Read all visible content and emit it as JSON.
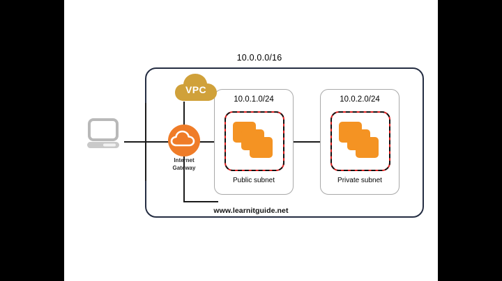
{
  "diagram": {
    "title_cidr": "10.0.0.0/16",
    "watermark": "www.learnitguide.net",
    "vpc": {
      "label": "VPC",
      "color": "#d0a13a"
    },
    "gateway": {
      "label_line1": "Internet",
      "label_line2": "Gateway",
      "color": "#ef7c28",
      "icon": "cloud-icon"
    },
    "client": {
      "icon": "laptop-icon",
      "color": "#b9b9b9"
    },
    "subnets": [
      {
        "cidr": "10.0.1.0/24",
        "name": "Public subnet",
        "security_border_color": "#e02020",
        "instance_color": "#f49323",
        "instance_count": 3
      },
      {
        "cidr": "10.0.2.0/24",
        "name": "Private subnet",
        "security_border_color": "#e02020",
        "instance_color": "#f49323",
        "instance_count": 3
      }
    ],
    "colors": {
      "outer_border": "#242d42",
      "subnet_border": "#a8a8a8",
      "wire": "#1a1a1a",
      "background": "#ffffff",
      "letterbox": "#000000"
    }
  }
}
